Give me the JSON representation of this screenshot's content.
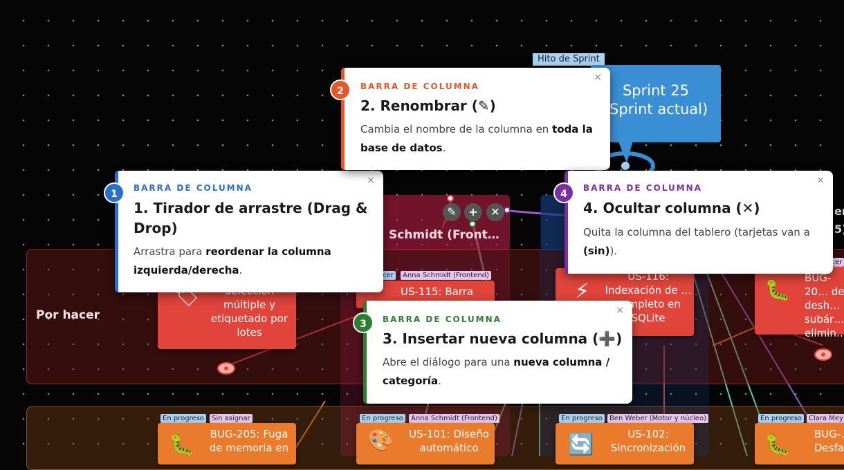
{
  "sprint": {
    "tag": "Hito de Sprint",
    "line1": "Sprint 25",
    "line2": "(Sprint actual)"
  },
  "column": {
    "title": "Schmidt (Front…",
    "edit_icon": "✎",
    "add_icon": "+",
    "hide_icon": "✕"
  },
  "lanes": {
    "todo": "Por hacer"
  },
  "cards": [
    {
      "text": "Selección múltiple y etiquetado por lotes",
      "tags": []
    },
    {
      "text": "US-115: Barra",
      "tags": [
        "…cer",
        "Anna Schmidt (Frontend)"
      ]
    },
    {
      "text": "US-116: Indexación de … completo en SQLite",
      "tags": []
    },
    {
      "text": "BUG-20… de desh… subár… elimin…",
      "tags": [
        "…er"
      ]
    },
    {
      "text": "BUG-205: Fuga de memoria en",
      "tags": [
        "En progreso",
        "Sin asignar"
      ]
    },
    {
      "text": "US-101: Diseño automático",
      "tags": [
        "En progreso",
        "Anna Schmidt (Frontend)"
      ]
    },
    {
      "text": "US-102: Sincronización",
      "tags": [
        "En progreso",
        "Ben Weber (Motor y núcleo)"
      ]
    },
    {
      "text": "BUG-… Desfa…",
      "tags": [
        "En progreso",
        "Clara Mey…"
      ]
    }
  ],
  "tips": [
    {
      "num": "1",
      "kicker": "BARRA DE COLUMNA",
      "title": "1. Tirador de arrastre (Drag & Drop)",
      "body_a": "Arrastra para ",
      "body_b": "reordenar la columna izquierda/derecha",
      "body_c": ".",
      "color": "#2a6fc9"
    },
    {
      "num": "2",
      "kicker": "BARRA DE COLUMNA",
      "title": "2. Renombrar (✎)",
      "body_a": "Cambia el nombre de la columna en ",
      "body_b": "toda la base de datos",
      "body_c": ".",
      "color": "#e2582b"
    },
    {
      "num": "3",
      "kicker": "BARRA DE COLUMNA",
      "title": "3. Insertar nueva columna (➕)",
      "body_a": "Abre el diálogo para una ",
      "body_b": "nueva columna / categoría",
      "body_c": ".",
      "color": "#2e7d32"
    },
    {
      "num": "4",
      "kicker": "BARRA DE COLUMNA",
      "title": "4. Ocultar columna (✕)",
      "body_a": "Quita la columna del tablero (tarjetas van a ",
      "body_b": "(sin)",
      "body_c": ").",
      "color": "#7b2fa3"
    }
  ],
  "close_label": "×",
  "partial_col": "er",
  "partial_col2": "5)"
}
